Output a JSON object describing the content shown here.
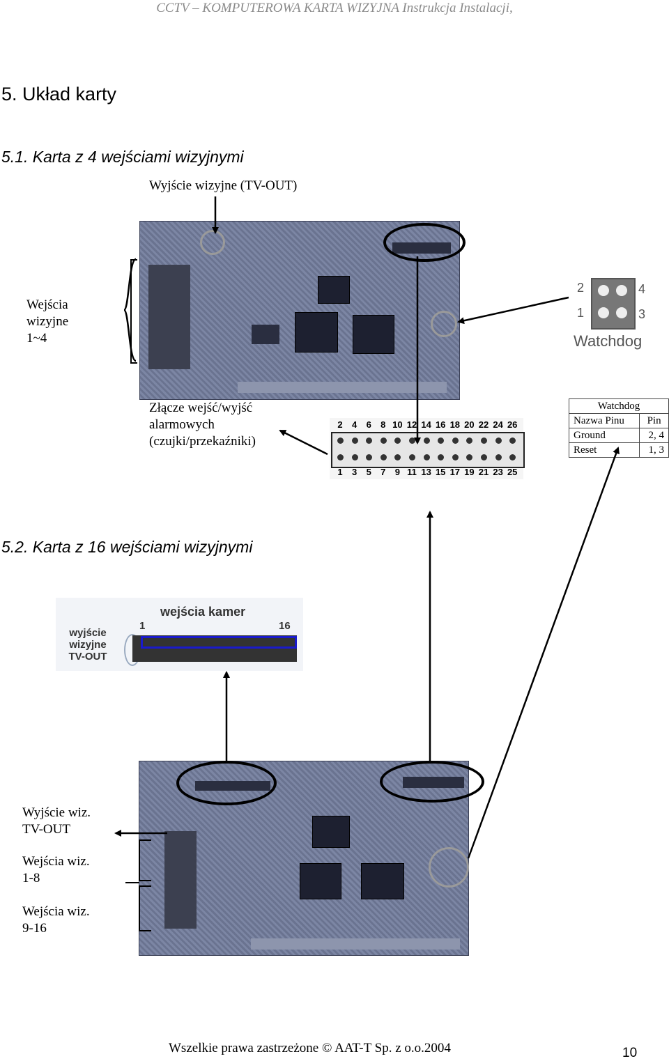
{
  "header": {
    "text": "CCTV – KOMPUTEROWA KARTA WIZYJNA Instrukcja Instalacji,"
  },
  "section5": {
    "title": "5.  Układ karty"
  },
  "section51": {
    "title": "5.1.  Karta z 4 wejściami wizyjnymi",
    "tv_out_label": "Wyjście wizyjne (TV-OUT)",
    "inputs_label": [
      "Wejścia",
      "wizyjne",
      "1~4"
    ],
    "alarm_label": [
      "Złącze wejść/wyjść",
      "alarmowych",
      "(czujki/przekaźniki)"
    ],
    "watchdog_image": {
      "pins_left": [
        "2",
        "1"
      ],
      "pins_right": [
        "4",
        "3"
      ],
      "caption": "Watchdog"
    },
    "connector_top_numbers": [
      "2",
      "4",
      "6",
      "8",
      "10",
      "12",
      "14",
      "16",
      "18",
      "20",
      "22",
      "24",
      "26"
    ],
    "connector_bottom_numbers": [
      "1",
      "3",
      "5",
      "7",
      "9",
      "11",
      "13",
      "15",
      "17",
      "19",
      "21",
      "23",
      "25"
    ]
  },
  "watchdog_table": {
    "title": "Watchdog",
    "headers": [
      "Nazwa Pinu",
      "Pin"
    ],
    "rows": [
      {
        "name": "Ground",
        "pin": "2, 4"
      },
      {
        "name": "Reset",
        "pin": "1, 3"
      }
    ]
  },
  "section52": {
    "title": "5.2.  Karta z 16 wejściami wizyjnymi",
    "connector_image": {
      "title": "wejścia kamer",
      "num_start": "1",
      "num_end": "16",
      "tvout_label": [
        "wyjście",
        "wizyjne",
        "TV-OUT"
      ]
    },
    "tvout_label": [
      "Wyjście wiz.",
      "TV-OUT"
    ],
    "inputs_1_8": [
      "Wejścia wiz.",
      "1-8"
    ],
    "inputs_9_16": [
      "Wejścia wiz.",
      "9-16"
    ]
  },
  "footer": {
    "copyright": "Wszelkie prawa zastrzeżone © AAT-T Sp. z o.o.2004",
    "page": "10"
  },
  "colors": {
    "board": "#6d7692",
    "header_text": "#8a8a8a",
    "connector_blue": "#1a1acc"
  }
}
